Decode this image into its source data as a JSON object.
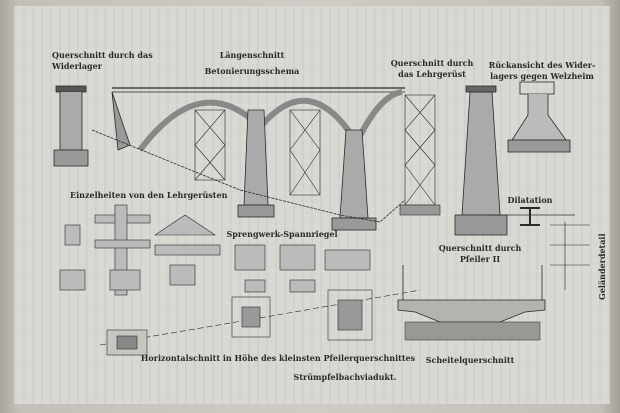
{
  "labels": {
    "abutment_section": [
      "Querschnitt durch das",
      "Widerlager"
    ],
    "longitudinal_section": [
      "Längenschnitt",
      "Betonierungsschema"
    ],
    "falsework_section": [
      "Querschnitt durch",
      "das Lehrgerüst"
    ],
    "rear_view": [
      "Rückansicht des Wider-",
      "lagers gegen Welzheim"
    ],
    "dilatation": "Dilatation",
    "falsework_details": "Einzelheiten von den Lehrgerüsten",
    "strut_beam": "Sprengwerk-Spannriegel",
    "pier_section": [
      "Querschnitt durch",
      "Pfeiler II"
    ],
    "railing_detail": "Geländerdetail",
    "horizontal_section": "Horizontalschnitt in Höhe des kleinsten Pfeilerquerschnittes",
    "crown_section": "Scheitelquerschnitt",
    "title": "Strümpfelbachviadukt."
  },
  "colors": {
    "ink": "#2a2a2a",
    "paper": "#d9d7d2",
    "frame": "#b9b5ae"
  }
}
